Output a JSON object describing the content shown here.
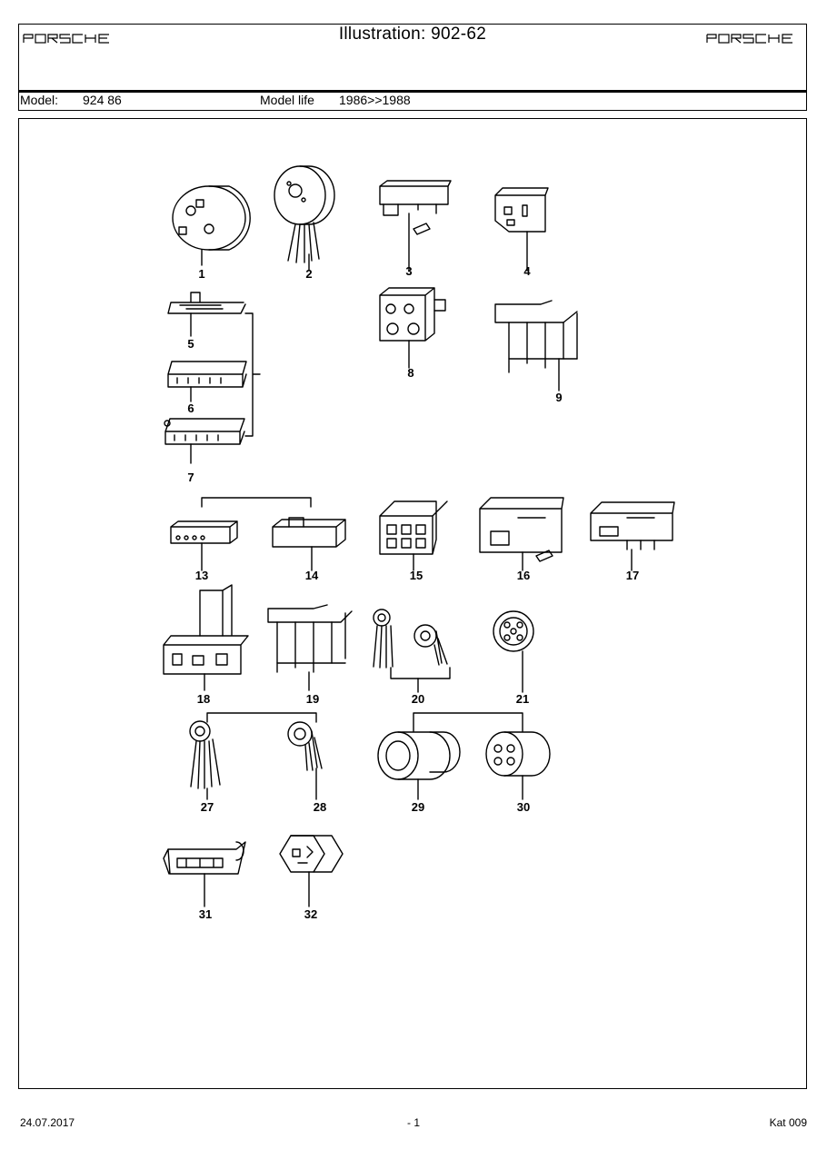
{
  "header": {
    "brand_logo_text": "PORSCHE",
    "title": "Illustration: 902-62",
    "model_label": "Model:",
    "model_value": "924 86",
    "model_life_label": "Model life",
    "model_life_value": "1986>>1988"
  },
  "parts": [
    {
      "number": "1",
      "kind": "round-socket"
    },
    {
      "number": "2",
      "kind": "round-socket-wired"
    },
    {
      "number": "3",
      "kind": "housing-with-pin"
    },
    {
      "number": "4",
      "kind": "relay-socket"
    },
    {
      "number": "5",
      "kind": "flat-strip"
    },
    {
      "number": "6",
      "kind": "flat-strip"
    },
    {
      "number": "7",
      "kind": "flat-strip"
    },
    {
      "number": "8",
      "kind": "multi-housing"
    },
    {
      "number": "9",
      "kind": "clip-housing"
    },
    {
      "number": "13",
      "kind": "small-strip"
    },
    {
      "number": "14",
      "kind": "plug-housing"
    },
    {
      "number": "15",
      "kind": "six-pin-housing"
    },
    {
      "number": "16",
      "kind": "housing-with-pin"
    },
    {
      "number": "17",
      "kind": "housing-with-pins"
    },
    {
      "number": "18",
      "kind": "clip-housing"
    },
    {
      "number": "19",
      "kind": "clip-housing"
    },
    {
      "number": "20",
      "kind": "round-socket-wired-pair"
    },
    {
      "number": "21",
      "kind": "round-socket"
    },
    {
      "number": "27",
      "kind": "round-socket-wired"
    },
    {
      "number": "28",
      "kind": "round-socket-wired"
    },
    {
      "number": "29",
      "kind": "cylinder-plug"
    },
    {
      "number": "30",
      "kind": "cylinder-plug"
    },
    {
      "number": "31",
      "kind": "flat-housing"
    },
    {
      "number": "32",
      "kind": "hex-socket"
    }
  ],
  "footer": {
    "date": "24.07.2017",
    "page": "- 1",
    "catalog": "Kat 009"
  }
}
